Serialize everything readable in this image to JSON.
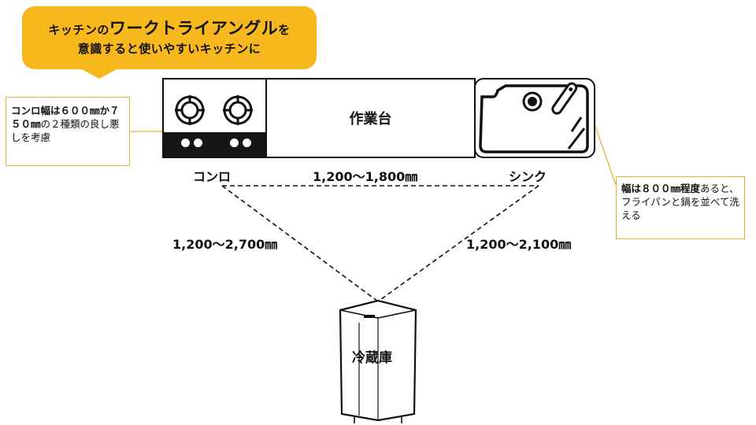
{
  "banner": {
    "line1_pre": "キッチンの",
    "line1_emphasis": "ワークトライアングル",
    "line1_post": "を",
    "line2": "意識すると使いやすいキッチンに"
  },
  "units": {
    "stove_label": "コンロ",
    "counter_label": "作業台",
    "sink_label": "シンク",
    "fridge_label": "冷蔵庫"
  },
  "distances": {
    "stove_sink": "1,200～1,800㎜",
    "stove_fridge": "1,200～2,700㎜",
    "sink_fridge": "1,200～2,100㎜"
  },
  "callouts": {
    "stove_bold": "コンロ幅は６００㎜か７５０㎜",
    "stove_text": "の２種類の良し悪しを考慮",
    "sink_bold": "幅は８００㎜程度",
    "sink_text": "あると、フライパンと鍋を並べて洗える"
  },
  "colors": {
    "banner": "#f6b81c",
    "callout_border": "#e4b22f",
    "line": "#111111"
  }
}
